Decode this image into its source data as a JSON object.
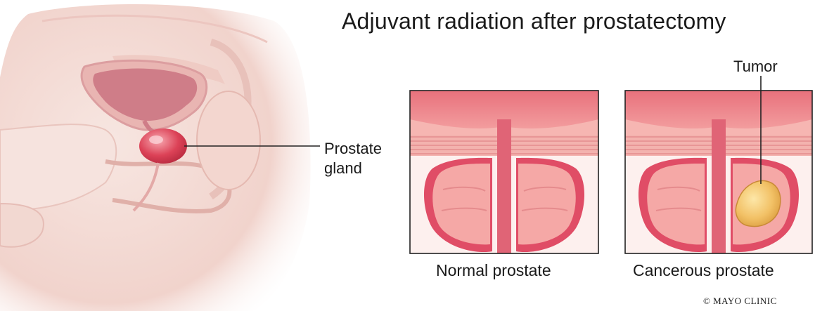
{
  "title": "Adjuvant radiation after prostatectomy",
  "labels": {
    "prostate_line1": "Prostate",
    "prostate_line2": "gland",
    "tumor": "Tumor"
  },
  "captions": {
    "normal": "Normal prostate",
    "cancerous": "Cancerous prostate"
  },
  "credit": "© MAYO CLINIC",
  "colors": {
    "skin": "#f3dcd6",
    "bladder": "#d88a93",
    "prostate": "#d8384f",
    "tissue": "#f0a7a5",
    "tumor": "#f2c166",
    "frame": "#222222"
  }
}
